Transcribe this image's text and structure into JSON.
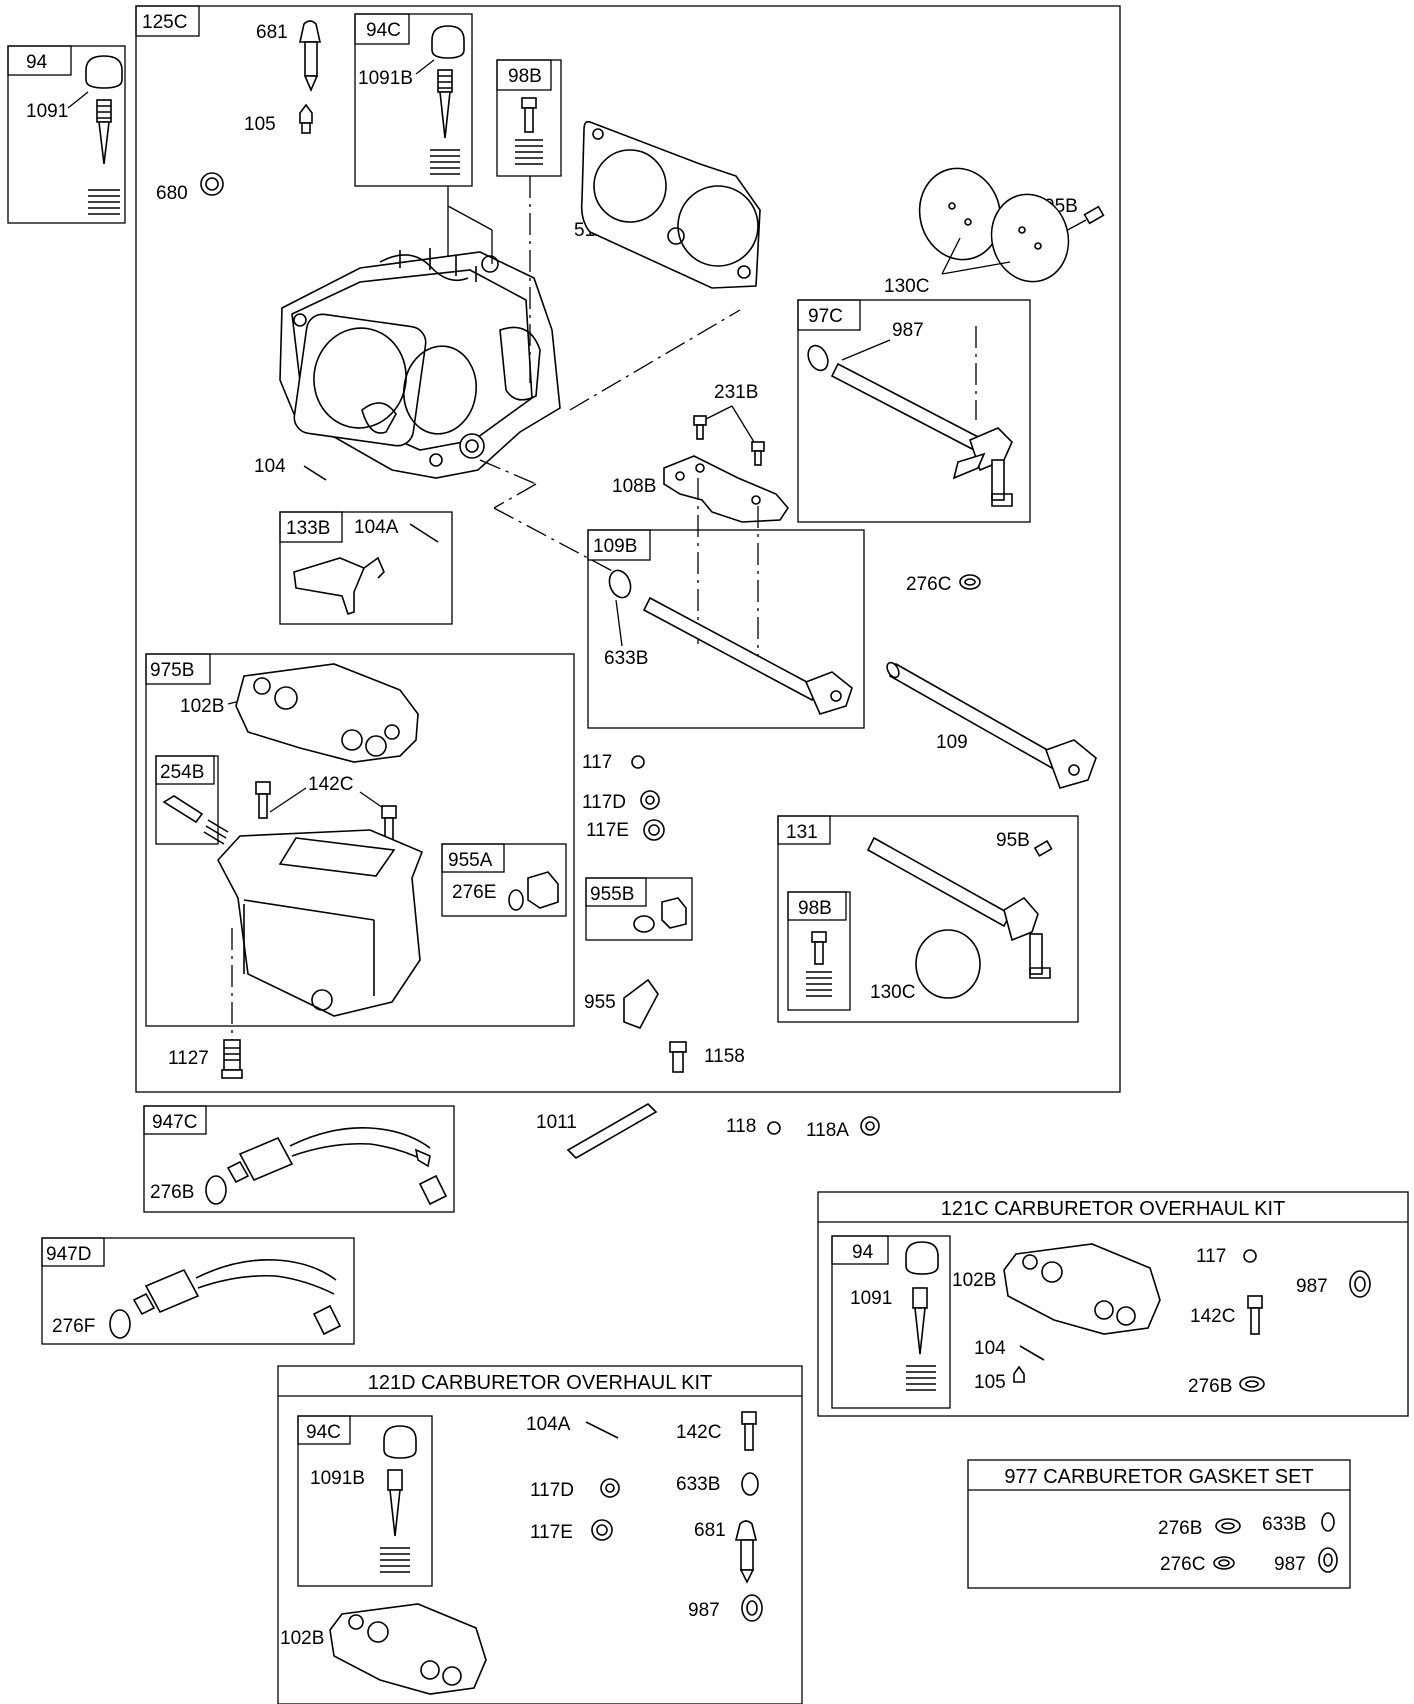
{
  "boxes": {
    "b125c": "125C",
    "b94": "94",
    "b94c": "94C",
    "b98b": "98B",
    "b97c": "97C",
    "b133b": "133B",
    "b109b": "109B",
    "b975b": "975B",
    "b254b": "254B",
    "b955a": "955A",
    "b955b": "955B",
    "b131": "131",
    "b98b2": "98B",
    "b947c": "947C",
    "b947d": "947D",
    "k94": "94",
    "k94c": "94C"
  },
  "kits": {
    "kit121c": "121C CARBURETOR OVERHAUL KIT",
    "kit121d": "121D CARBURETOR OVERHAUL KIT",
    "kit977": "977 CARBURETOR GASKET SET"
  },
  "labels": {
    "l1091": "1091",
    "l681": "681",
    "l105": "105",
    "l680": "680",
    "l1091b": "1091B",
    "l51a": "51A",
    "l95b": "95B",
    "l130c": "130C",
    "l987": "987",
    "l231b": "231B",
    "l108b": "108B",
    "l104": "104",
    "l104a": "104A",
    "l276c": "276C",
    "l633b": "633B",
    "l109": "109",
    "l102b": "102B",
    "l142c": "142C",
    "l117": "117",
    "l117d": "117D",
    "l117e": "117E",
    "l276e": "276E",
    "l95b2": "95B",
    "l130c2": "130C",
    "l955": "955",
    "l1127": "1127",
    "l1158": "1158",
    "l1011": "1011",
    "l118": "118",
    "l118a": "118A",
    "l276b": "276B",
    "l276f": "276F",
    "c_117": "117",
    "c_1091": "1091",
    "c_102b": "102B",
    "c_987": "987",
    "c_142c": "142C",
    "c_104": "104",
    "c_105": "105",
    "c_276b": "276B",
    "d_1091b": "1091B",
    "d_104a": "104A",
    "d_142c": "142C",
    "d_117d": "117D",
    "d_633b": "633B",
    "d_117e": "117E",
    "d_681": "681",
    "d_987": "987",
    "d_102b": "102B",
    "g_276b": "276B",
    "g_633b": "633B",
    "g_276c": "276C",
    "g_987": "987"
  }
}
